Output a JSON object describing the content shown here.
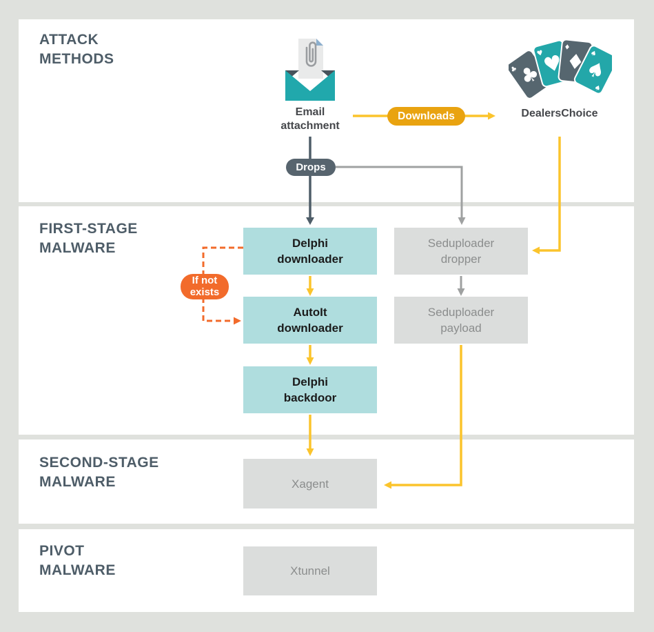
{
  "palette": {
    "background": "#DFE1DD",
    "panel": "#FFFFFF",
    "section_title_text": "#4E5D68",
    "teal_box": "#AFDDDE",
    "gray_box": "#DBDDDC",
    "gray_box_text": "#8B8D8D",
    "teal_box_text": "#1B1B1B",
    "yellow_line": "#FBC42C",
    "downloads_pill": "#E9A310",
    "drops_pill": "#57646E",
    "orange_accent": "#F26B2B",
    "gray_line": "#9FA1A1",
    "dark_line": "#4E5D68",
    "envelope_teal": "#21A8AC",
    "card_dark": "#56666F",
    "card_teal": "#23A7A9"
  },
  "sections": {
    "attack_methods": {
      "title": "ATTACK\nMETHODS"
    },
    "first_stage": {
      "title": "FIRST-STAGE\nMALWARE"
    },
    "second_stage": {
      "title": "SECOND-STAGE\nMALWARE"
    },
    "pivot": {
      "title": "PIVOT\nMALWARE"
    }
  },
  "nodes": {
    "email_attachment": {
      "label": "Email\nattachment"
    },
    "dealers_choice": {
      "label": "DealersChoice"
    },
    "delphi_downloader": {
      "label": "Delphi\ndownloader"
    },
    "autoit_downloader": {
      "label": "AutoIt\ndownloader"
    },
    "delphi_backdoor": {
      "label": "Delphi\nbackdoor"
    },
    "seduploader_dropper": {
      "label": "Seduploader\ndropper"
    },
    "seduploader_payload": {
      "label": "Seduploader\npayload"
    },
    "xagent": {
      "label": "Xagent"
    },
    "xtunnel": {
      "label": "Xtunnel"
    }
  },
  "edges": {
    "downloads": {
      "label": "Downloads"
    },
    "drops": {
      "label": "Drops"
    },
    "if_not_exists": {
      "label": "If not\nexists"
    }
  },
  "connections": [
    {
      "from": "email_attachment",
      "to": "dealers_choice",
      "label": "Downloads",
      "style": "yellow"
    },
    {
      "from": "email_attachment",
      "to": "delphi_downloader",
      "label": "Drops",
      "style": "dark"
    },
    {
      "from": "email_attachment",
      "to": "seduploader_dropper",
      "label": "Drops",
      "style": "gray"
    },
    {
      "from": "dealers_choice",
      "to": "seduploader_dropper",
      "style": "yellow"
    },
    {
      "from": "delphi_downloader",
      "to": "autoit_downloader",
      "style": "yellow"
    },
    {
      "from": "delphi_downloader",
      "to": "autoit_downloader",
      "label": "If not exists",
      "style": "orange-dashed"
    },
    {
      "from": "autoit_downloader",
      "to": "delphi_backdoor",
      "style": "yellow"
    },
    {
      "from": "delphi_backdoor",
      "to": "xagent",
      "style": "yellow"
    },
    {
      "from": "seduploader_dropper",
      "to": "seduploader_payload",
      "style": "gray"
    },
    {
      "from": "seduploader_payload",
      "to": "xagent",
      "style": "yellow"
    }
  ],
  "icons": {
    "email_attachment_icon": "envelope-with-paperclip-document",
    "dealers_choice_icon": "fanned-playing-cards",
    "card_suits": [
      "♣",
      "♥",
      "♦",
      "♠"
    ]
  }
}
